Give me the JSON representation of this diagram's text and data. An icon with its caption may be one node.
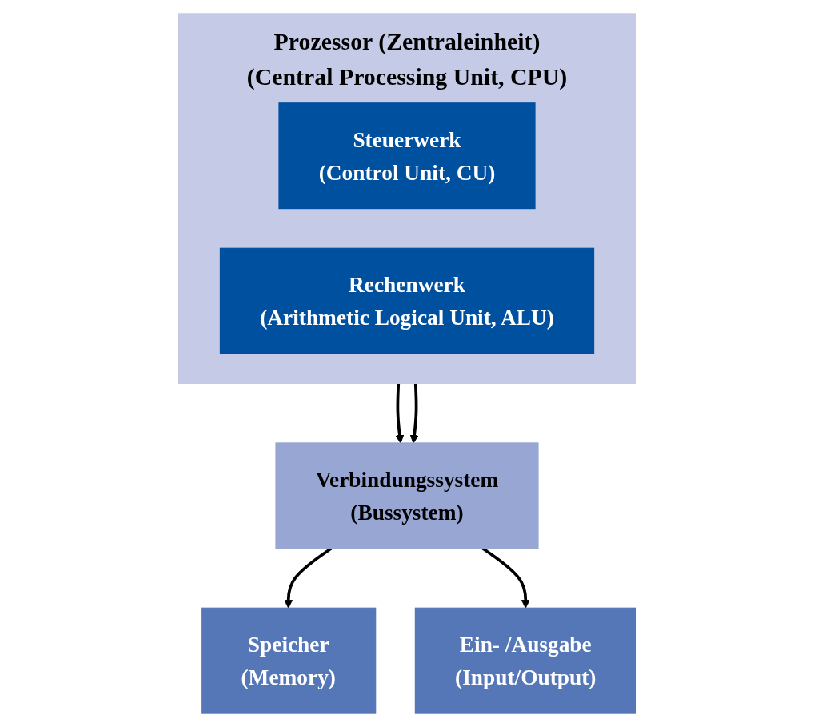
{
  "diagram": {
    "nodes": [
      {
        "text": [
          "Prozessor (Zentraleinheit)",
          "(Central Processing Unit, CPU)"
        ]
      },
      {
        "text": [
          "Steuerwerk",
          "(Control Unit, CU)"
        ],
        "in": 0
      },
      {
        "text": [
          "Rechenwerk",
          "(Arithmetic Logical Unit, ALU)"
        ],
        "in": 0
      },
      {
        "text": [
          "Verbindungssystem",
          "(Bussystem)"
        ]
      },
      {
        "text": [
          "Speicher",
          "(Memory)"
        ]
      },
      {
        "text": [
          "Ein- /Ausgabe",
          "(Input/Output)"
        ]
      }
    ],
    "edges": [
      {
        "from": 0,
        "to": 3,
        "arrow": "to"
      },
      {
        "from": 0,
        "to": 3,
        "arrow": "to"
      },
      {
        "from": 3,
        "to": 4,
        "arrow": "to"
      },
      {
        "from": 3,
        "to": 5,
        "arrow": "to"
      }
    ]
  }
}
